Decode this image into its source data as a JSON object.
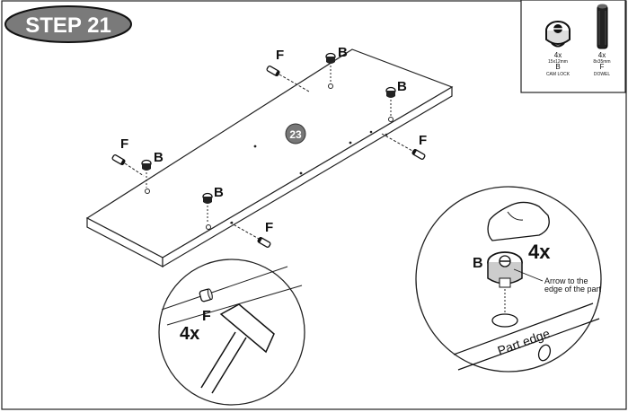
{
  "step": {
    "label": "STEP 21"
  },
  "part_number": "23",
  "callouts": {
    "dowel": "F",
    "cam_lock": "B"
  },
  "parts_box": {
    "cam_lock": {
      "qty": "4x",
      "size": "15x12mm",
      "code": "B",
      "name": "CAM LOCK"
    },
    "dowel": {
      "qty": "4x",
      "size": "8x35mm",
      "code": "F",
      "name": "DOWEL"
    }
  },
  "detail_left": {
    "letter": "F",
    "qty": "4x"
  },
  "detail_right": {
    "letter": "B",
    "qty": "4x",
    "arrow_note_line1": "Arrow to the",
    "arrow_note_line2": "edge of the part",
    "edge_label": "Part edge"
  }
}
